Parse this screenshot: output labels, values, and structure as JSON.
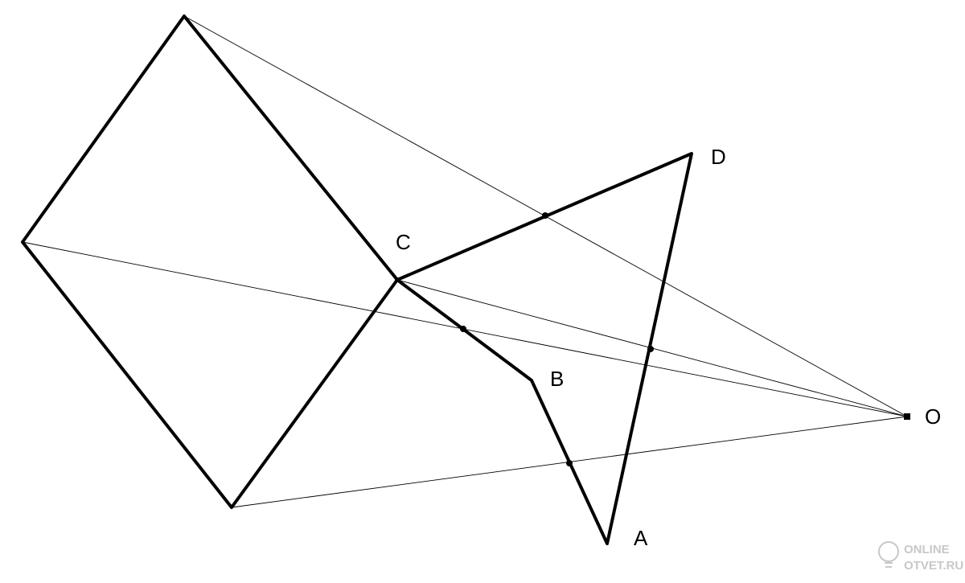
{
  "labels": {
    "A": "A",
    "B": "B",
    "C": "C",
    "D": "D",
    "O": "O"
  },
  "watermark": {
    "line1": "ONLINE",
    "line2": "OTVET.RU"
  },
  "colors": {
    "stroke": "#000000",
    "watermark": "#c8c8c8",
    "background": "#ffffff"
  }
}
